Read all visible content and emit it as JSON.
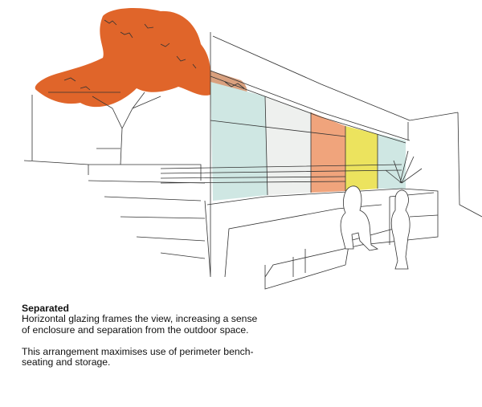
{
  "caption": {
    "title": "Separated",
    "paragraph1": "Horizontal glazing frames the view, increasing a sense of enclosure and separation from the outdoor space.",
    "paragraph2": "This arrangement maximises use of perimeter bench-seating and storage."
  },
  "colors": {
    "tree": "#e0652a",
    "tree_faded": "#d9a07e",
    "panel_teal": "#cfe7e3",
    "panel_grey": "#eef0ee",
    "panel_orange": "#f0a47c",
    "panel_yellow": "#ece35e",
    "line": "#333333"
  }
}
